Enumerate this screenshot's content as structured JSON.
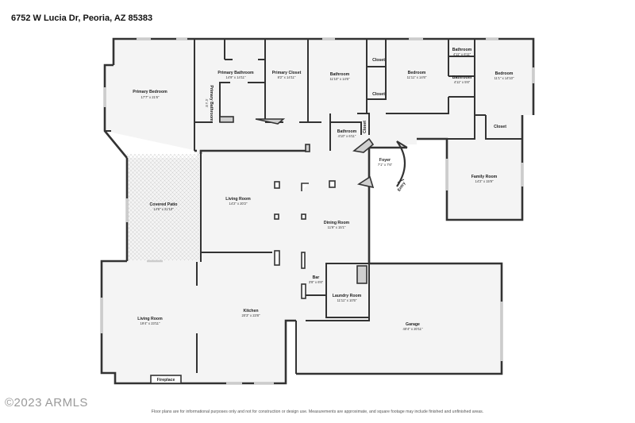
{
  "header": {
    "address": "6752 W Lucia Dr, Peoria, AZ 85383"
  },
  "rooms": {
    "primary_bedroom": {
      "name": "Primary Bedroom",
      "dims": "17'7\" x 21'6\""
    },
    "primary_bathroom": {
      "name": "Primary Bathroom",
      "dims": "14'9\" x 14'11\""
    },
    "primary_closet": {
      "name": "Primary Closet",
      "dims": "8'2\" x 14'11\""
    },
    "primary_toilet": {
      "name": "Primary Bathroom",
      "dims": "4' x 5'"
    },
    "bathroom_1": {
      "name": "Bathroom",
      "dims": "11'10\" x 14'6\""
    },
    "closet_1": {
      "name": "Closet"
    },
    "closet_2": {
      "name": "Closet"
    },
    "bedroom_1": {
      "name": "Bedroom",
      "dims": "11'11\" x 14'6\""
    },
    "bathroom_2": {
      "name": "Bathroom",
      "dims": "4'11\" x 6'11\""
    },
    "bathroom_3": {
      "name": "Bathroom",
      "dims": "4'11\" x 5'6\""
    },
    "bedroom_2": {
      "name": "Bedroom",
      "dims": "11'1\" x 14'10\""
    },
    "closet_3": {
      "name": "Closet"
    },
    "bathroom_4": {
      "name": "Bathroom",
      "dims": "4'10\" x 6'11\""
    },
    "closet_4": {
      "name": "Closet"
    },
    "foyer": {
      "name": "Foyer",
      "dims": "7'1\" x 7'6\""
    },
    "entry": {
      "name": "Entry"
    },
    "family_room": {
      "name": "Family Room",
      "dims": "14'2\" x 15'9\""
    },
    "covered_patio": {
      "name": "Covered Patio",
      "dims": "14'6\" x 21'10\""
    },
    "living_room_1": {
      "name": "Living Room",
      "dims": "14'2\" x 20'2\""
    },
    "dining_room": {
      "name": "Dining Room",
      "dims": "11'9\" x 15'1\""
    },
    "bar": {
      "name": "Bar",
      "dims": "3'8\" x 6'6\""
    },
    "laundry_room": {
      "name": "Laundry Room",
      "dims": "11'11\" x 10'5\""
    },
    "garage": {
      "name": "Garage",
      "dims": "40'4\" x 20'11\""
    },
    "living_room_2": {
      "name": "Living Room",
      "dims": "19'4\" x 23'11\""
    },
    "kitchen": {
      "name": "Kitchen",
      "dims": "20'3\" x 23'8\""
    },
    "fireplace": {
      "name": "Fireplace"
    }
  },
  "footer": {
    "watermark": "©2023 ARMLS",
    "disclaimer": "Floor plans are for informational purposes only and not for construction or design use. Measurements are approximate, and square footage may include finished and unfinished areas."
  }
}
